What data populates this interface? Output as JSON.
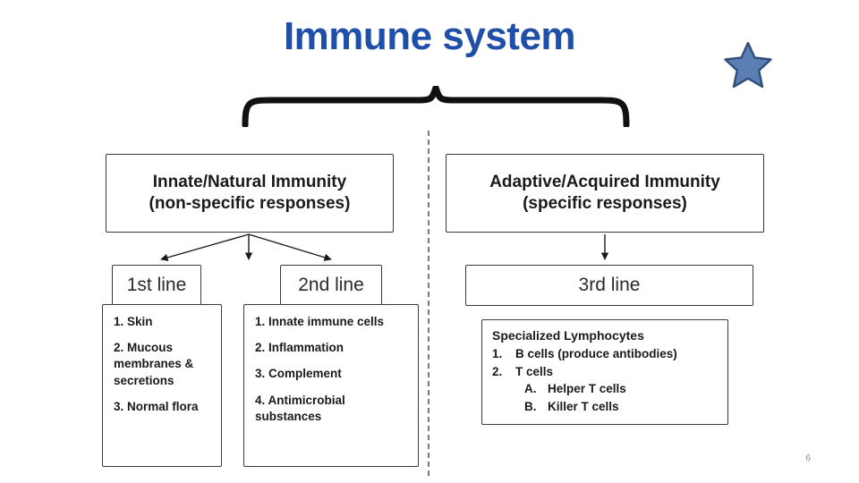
{
  "slide": {
    "title": "Immune system",
    "page_number": "6",
    "star_color": "#5b7fb4",
    "title_color": "#1f4fa8"
  },
  "branches": {
    "innate": {
      "header_line1": "Innate/Natural Immunity",
      "header_line2": "(non-specific responses)",
      "lines": [
        {
          "label": "1st line"
        },
        {
          "label": "2nd line"
        }
      ],
      "first_line_items": [
        "1. Skin",
        "2. Mucous membranes & secretions",
        "3. Normal flora"
      ],
      "second_line_items": [
        "1. Innate immune cells",
        "2. Inflammation",
        "3. Complement",
        "4. Antimicrobial substances"
      ]
    },
    "adaptive": {
      "header_line1": "Adaptive/Acquired Immunity",
      "header_line2": "(specific responses)",
      "lines": [
        {
          "label": "3rd line"
        }
      ],
      "lymphocytes": {
        "title": "Specialized Lymphocytes",
        "items": [
          {
            "num": "1.",
            "text": "B cells (produce antibodies)"
          },
          {
            "num": "2.",
            "text": "T cells"
          }
        ],
        "subitems": [
          {
            "num": "A.",
            "text": "Helper T cells"
          },
          {
            "num": "B.",
            "text": "Killer T cells"
          }
        ]
      }
    }
  }
}
